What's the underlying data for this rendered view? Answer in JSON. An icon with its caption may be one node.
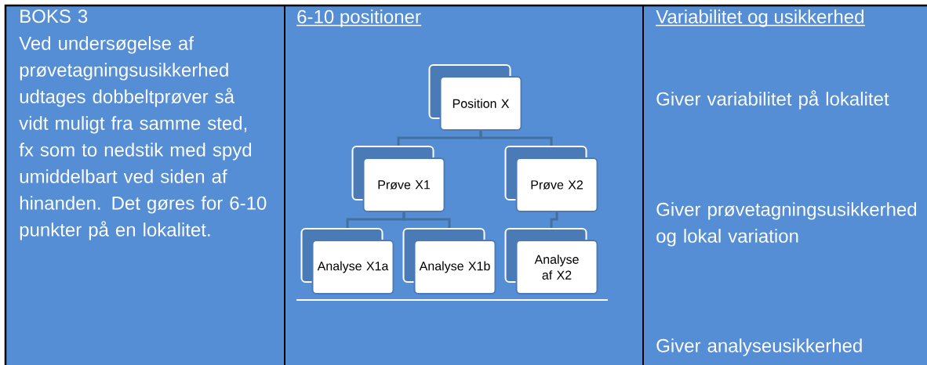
{
  "diagram": {
    "nodes": [
      {
        "text": [
          "Position X"
        ]
      },
      {
        "text": [
          "Prøve X1"
        ]
      },
      {
        "text": [
          "Prøve X2"
        ]
      },
      {
        "text": [
          "Analyse X1a"
        ]
      },
      {
        "text": [
          "Analyse X1b"
        ]
      },
      {
        "text": [
          "Analyse af X2"
        ]
      }
    ],
    "edges": [
      {
        "from": 0,
        "to": 1,
        "arrow": "none"
      },
      {
        "from": 0,
        "to": 2,
        "arrow": "none"
      },
      {
        "from": 1,
        "to": 3,
        "arrow": "none"
      },
      {
        "from": 1,
        "to": 4,
        "arrow": "none"
      },
      {
        "from": 2,
        "to": 5,
        "arrow": "none"
      }
    ],
    "labels": [
      "BOKS 3",
      "Ved undersøgelse af prøvetagningsusikkerhed udtages dobbeltprøver så vidt muligt fra samme sted, fx som to nedstik med spyd umiddelbart ved siden af hinanden. Det gøres for 6-10 punkter på en lokalitet.",
      "6-10 positioner",
      "Variabilitet og usikkerhed",
      "Giver variabilitet på lokalitet",
      "Giver prøvetagningsusikkerhed og lokal variation",
      "Giver analyseusikkerhed"
    ]
  }
}
